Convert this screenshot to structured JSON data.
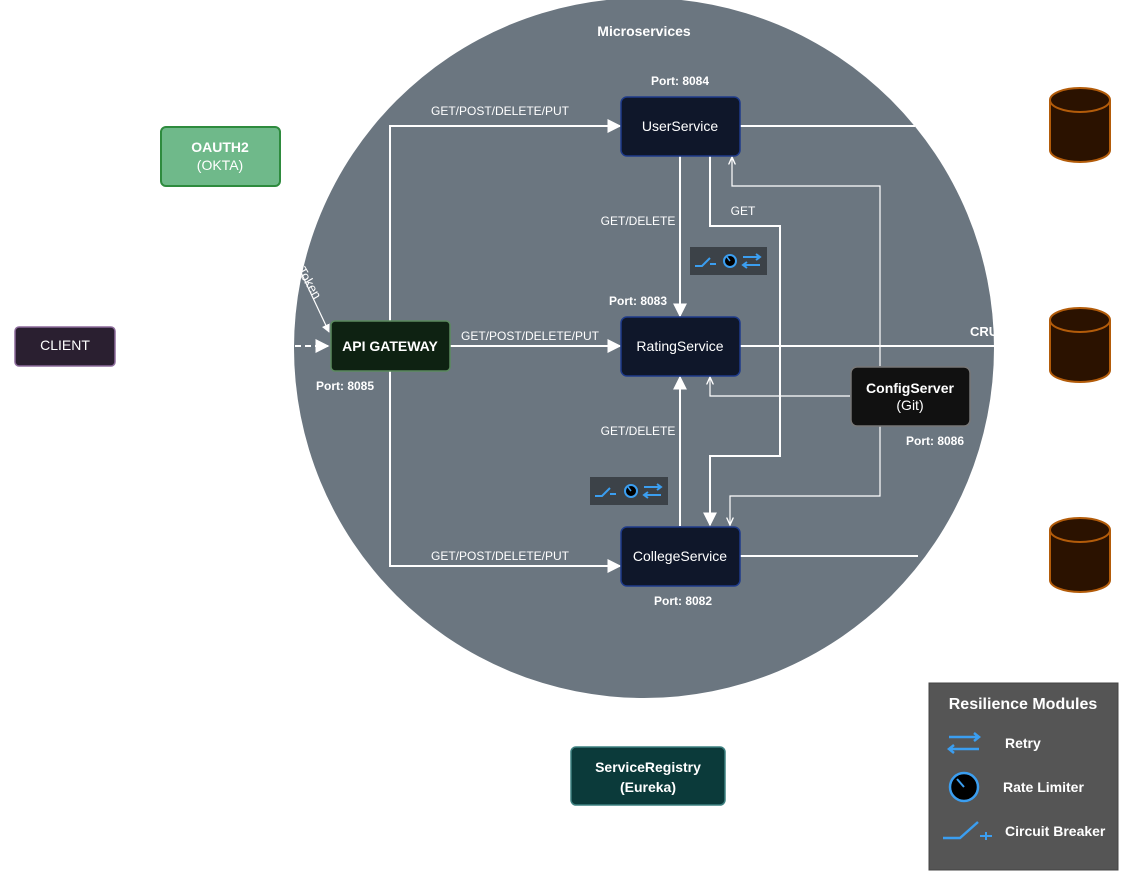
{
  "circle": {
    "title": "Microservices"
  },
  "client": {
    "label": "CLIENT"
  },
  "oauth": {
    "title": "OAUTH2",
    "subtitle": "(OKTA)"
  },
  "token": {
    "label": "Token"
  },
  "gateway": {
    "label": "API GATEWAY",
    "port": "Port: 8085"
  },
  "services": {
    "user": {
      "label": "UserService",
      "port": "Port: 8084"
    },
    "rating": {
      "label": "RatingService",
      "port": "Port: 8083"
    },
    "college": {
      "label": "CollegeService",
      "port": "Port: 8082"
    }
  },
  "config": {
    "title": "ConfigServer",
    "subtitle": "(Git)",
    "port": "Port: 8086"
  },
  "edge_labels": {
    "gw_user": "GET/POST/DELETE/PUT",
    "gw_rating": "GET/POST/DELETE/PUT",
    "gw_college": "GET/POST/DELETE/PUT",
    "user_rating": "GET/DELETE",
    "college_rating": "GET/DELETE",
    "user_college": "GET",
    "crud": "CRU"
  },
  "registry": {
    "title": "ServiceRegistry",
    "subtitle": "(Eureka)"
  },
  "legend": {
    "title": "Resilience Modules",
    "items": [
      {
        "label": "Retry",
        "icon": "retry-icon"
      },
      {
        "label": "Rate Limiter",
        "icon": "rate-limiter-icon"
      },
      {
        "label": "Circuit Breaker",
        "icon": "circuit-breaker-icon"
      }
    ]
  },
  "colors": {
    "circle": "#6b7680",
    "client": "#2a1f30",
    "oauth": "#6fb98a",
    "gateway": "#0e2212",
    "service": "#0f172a",
    "config": "#111111",
    "registry": "#0b3a3a",
    "database": "#2b1200",
    "database_stroke": "#b35c0a",
    "legend_bg": "#555555",
    "accent_blue": "#3b9ef0"
  }
}
